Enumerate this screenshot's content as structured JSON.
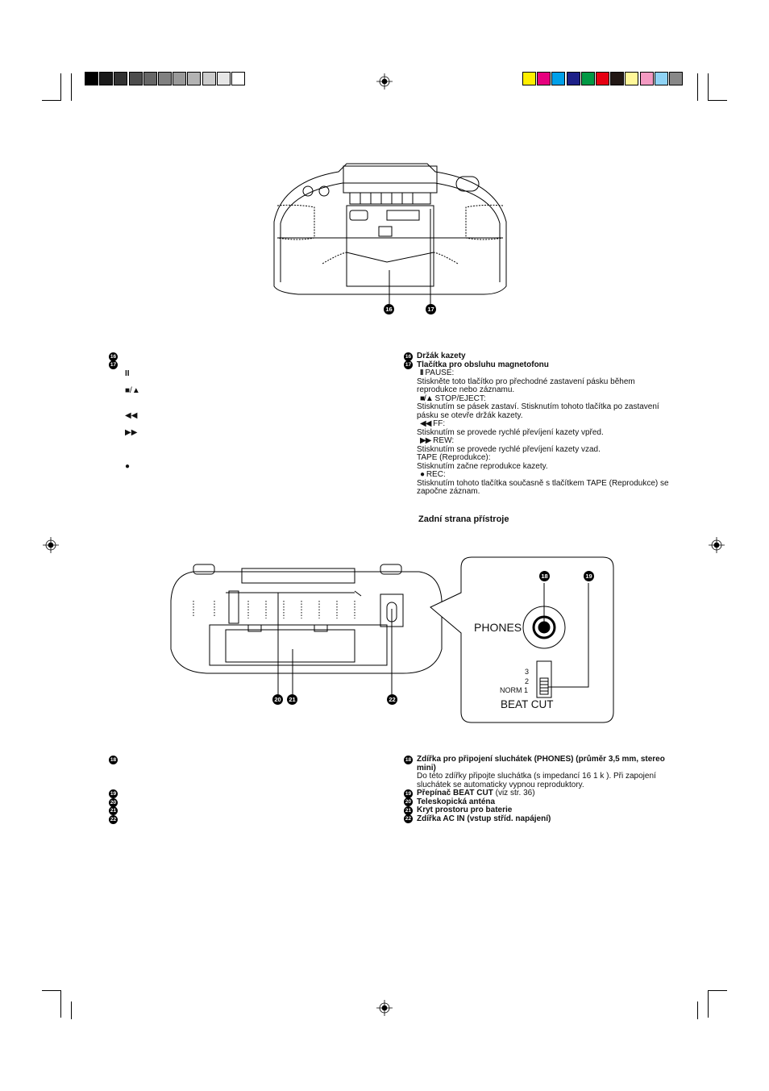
{
  "colors": {
    "gray_swatches": [
      "#000000",
      "#1a1a1a",
      "#333333",
      "#4d4d4d",
      "#666666",
      "#808080",
      "#999999",
      "#b3b3b3",
      "#cccccc",
      "#e6e6e6",
      "#ffffff"
    ],
    "color_swatches": [
      "#ffee00",
      "#e6007e",
      "#00a0e9",
      "#1d2088",
      "#009944",
      "#e60012",
      "#231815",
      "#fff799",
      "#f39ac2",
      "#8fd3f5",
      "#888888"
    ]
  },
  "figure1": {
    "callouts": [
      "16",
      "17"
    ]
  },
  "section1": {
    "left_numbers": [
      "16",
      "17"
    ],
    "left_symbols": [
      "II",
      "■/▲",
      "◀◀",
      "▶▶",
      "●"
    ],
    "item16": {
      "num": "16",
      "label": "Držák kazety"
    },
    "item17": {
      "num": "17",
      "label": "Tlačítka pro obsluhu magnetofonu",
      "buttons": [
        {
          "sym": "II",
          "name": "PAUSE:",
          "desc": "Stiskněte toto tlačítko pro přechodné zastavení pásku během reprodukce nebo záznamu."
        },
        {
          "sym": "■/▲",
          "name": "STOP/EJECT:",
          "desc": "Stisknutím se pásek zastaví. Stisknutím tohoto tlačítka po zastavení pásku se otevře držák kazety."
        },
        {
          "sym": "◀◀",
          "name": "FF:",
          "desc": "Stisknutím se provede rychlé převíjení kazety vpřed."
        },
        {
          "sym": "▶▶",
          "name": "REW:",
          "desc": "Stisknutím se provede rychlé převíjení kazety vzad."
        },
        {
          "sym": "",
          "name": "TAPE (Reprodukce):",
          "desc": "Stisknutím začne reprodukce kazety."
        },
        {
          "sym": "●",
          "name": "REC:",
          "desc": "Stisknutím tohoto tlačítka současně s tlačítkem TAPE (Reprodukce) se započne záznam."
        }
      ]
    }
  },
  "back_heading": "Zadní strana přístroje",
  "figure2": {
    "callouts": [
      "20",
      "21",
      "22"
    ],
    "zoom_callouts": [
      "18",
      "19"
    ],
    "phones_label": "PHONES",
    "beat_cut_label": "BEAT CUT",
    "switch_positions": [
      "3",
      "2",
      "NORM 1"
    ]
  },
  "section2": {
    "left_numbers": [
      "18",
      "19",
      "20",
      "21",
      "22"
    ],
    "item18": {
      "num": "18",
      "label": "Zdířka pro připojení sluchátek (PHONES) (průměr 3,5 mm, stereo mini)",
      "desc": "Do této zdířky připojte sluchátka (s impedancí 16    1 k  ). Při zapojení sluchátek se automaticky vypnou reproduktory."
    },
    "item19": {
      "num": "19",
      "label": "Přepínač BEAT CUT",
      "note": "(viz str. 36)"
    },
    "item20": {
      "num": "20",
      "label": "Teleskopická anténa"
    },
    "item21": {
      "num": "21",
      "label": "Kryt prostoru pro baterie"
    },
    "item22": {
      "num": "22",
      "label": "Zdířka AC IN (vstup stříd. napájení)"
    }
  }
}
